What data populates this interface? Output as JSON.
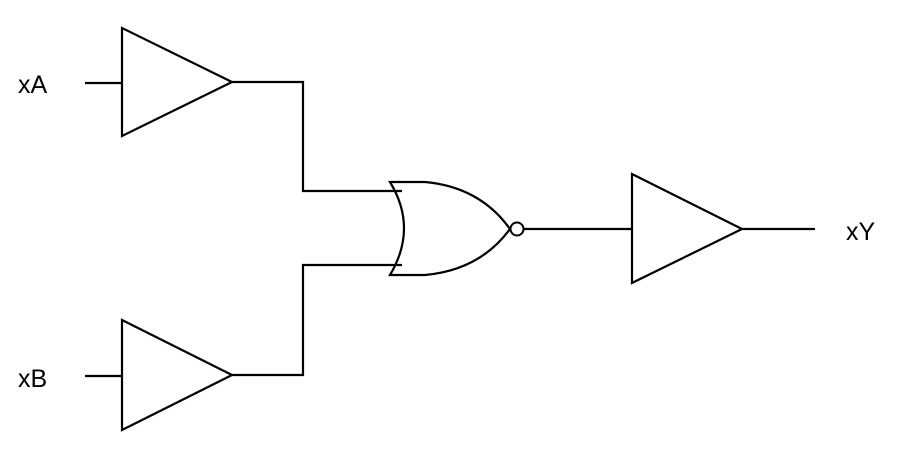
{
  "diagram": {
    "inputs": {
      "a": "xA",
      "b": "xB"
    },
    "output": "xY",
    "components": [
      {
        "kind": "buffer",
        "icon": "buffer-gate-icon",
        "input": "xA"
      },
      {
        "kind": "buffer",
        "icon": "buffer-gate-icon",
        "input": "xB"
      },
      {
        "kind": "nor",
        "icon": "nor-gate-icon"
      },
      {
        "kind": "buffer",
        "icon": "buffer-gate-icon",
        "output": "xY"
      }
    ],
    "colors": {
      "stroke": "#000000",
      "background": "#ffffff"
    }
  }
}
